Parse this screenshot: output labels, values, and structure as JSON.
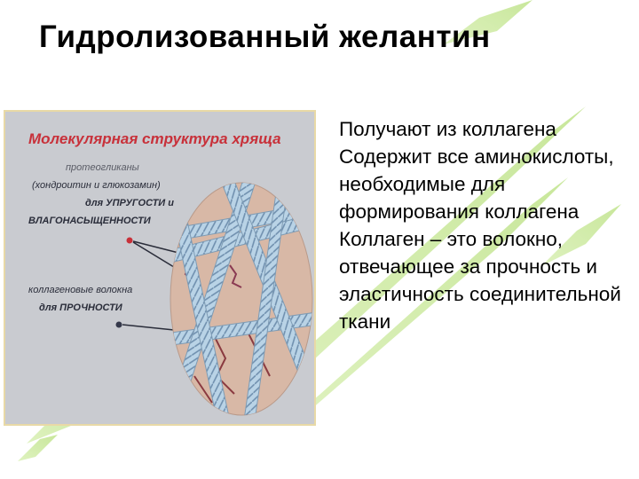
{
  "slide": {
    "title": "Гидролизованный желантин",
    "bullets": [
      "Получают из коллагена",
      "Содержит все аминокислоты, необходимые для формирования коллагена",
      "Коллаген – это волокно, отвечающее за прочность и эластичность соединительной ткани"
    ]
  },
  "figure": {
    "heading": "Молекулярная структура хряща",
    "proteoglycans_label_1": "протеогликаны",
    "proteoglycans_label_2": "(хондроитин и глюкозамин)",
    "proteoglycans_label_3": "для УПРУГОСТИ и",
    "proteoglycans_label_4": "ВЛАГОНАСЫЩЕННОСТИ",
    "collagen_label_1": "коллагеновые волокна",
    "collagen_label_2": "для ПРОЧНОСТИ"
  },
  "colors": {
    "swoosh": "#c9e89a",
    "figure_background": "#c9cbd0",
    "figure_border": "#e8d9a6",
    "heading_red": "#c8313a",
    "label_gray": "#5a5c66",
    "label_dark": "#2a2d3a",
    "tissue": "#d7b8a6",
    "fiber": "#a9c7dc"
  }
}
